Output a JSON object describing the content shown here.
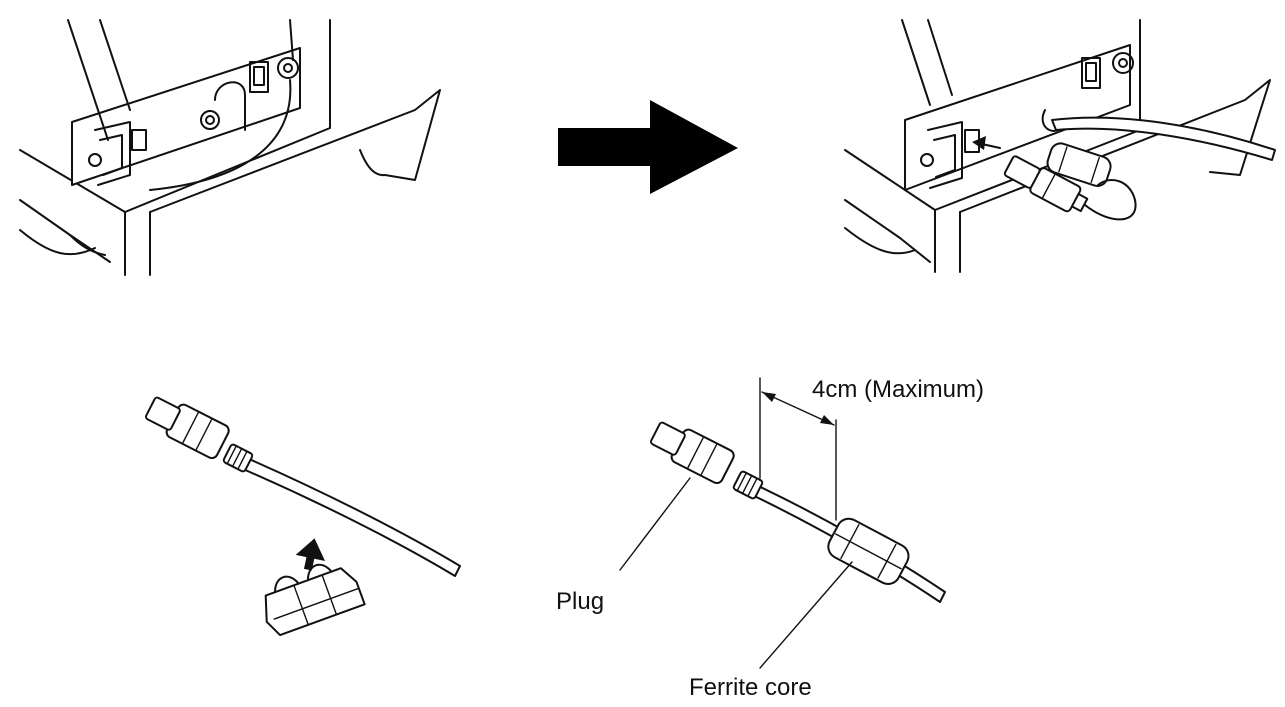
{
  "labels": {
    "distance": "4cm (Maximum)",
    "plug": "Plug",
    "ferrite_core": "Ferrite core"
  },
  "colors": {
    "line": "#111111",
    "background": "#ffffff"
  },
  "icons": {
    "arrow": "right-arrow-icon"
  }
}
